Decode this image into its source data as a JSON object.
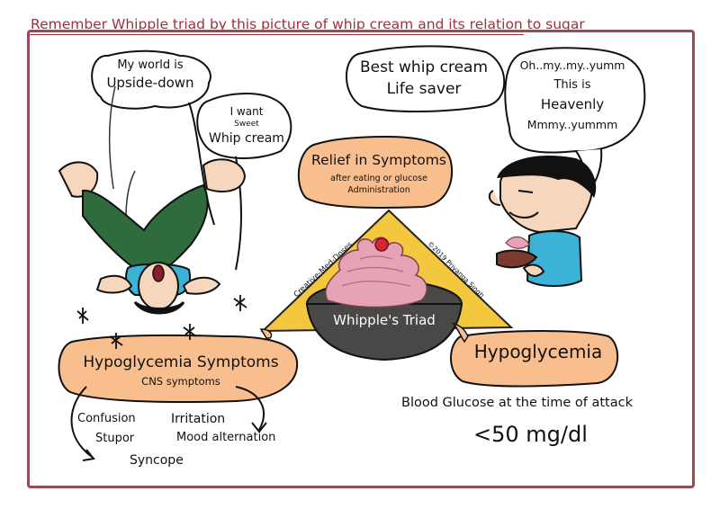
{
  "title": "Remember Whipple triad by this picture of whip cream and its relation to sugar",
  "bubbles": {
    "upside_line1": "My world is",
    "upside_line2": "Upside-down",
    "want_line1": "I want",
    "want_line2": "Sweet",
    "want_line3": "Whip cream",
    "best_line1": "Best whip cream",
    "best_line2": "Life saver",
    "oh_line1": "Oh..my..my..yumm",
    "oh_line2": "This is",
    "oh_line3": "Heavenly",
    "oh_line4": "Mmmy..yummm"
  },
  "relief": {
    "title": "Relief in Symptoms",
    "line1": "after eating or glucose",
    "line2": "Administration"
  },
  "triad": {
    "center": "Whipple's Triad",
    "left_edge": "Creative-Med-Doses",
    "right_edge": "©2019 Priyanga Singh"
  },
  "hypo_symptoms": {
    "title": "Hypoglycemia Symptoms",
    "subtitle": "CNS symptoms",
    "items": [
      "Confusion",
      "Stupor",
      "Syncope",
      "Irritation",
      "Mood alternation"
    ]
  },
  "hypoglycemia": {
    "title": "Hypoglycemia",
    "glucose_label": "Blood Glucose at the time of attack",
    "glucose_value": "<50 mg/dl"
  },
  "colors": {
    "title": "#a0303a",
    "frame": "#9c4a55",
    "orange_box": "#f9be8e",
    "triangle": "#f3c73e",
    "bowl": "#4a4747",
    "cream": "#e6a3b5",
    "shirt": "#3bb3d7",
    "pants": "#2f6b3d"
  }
}
